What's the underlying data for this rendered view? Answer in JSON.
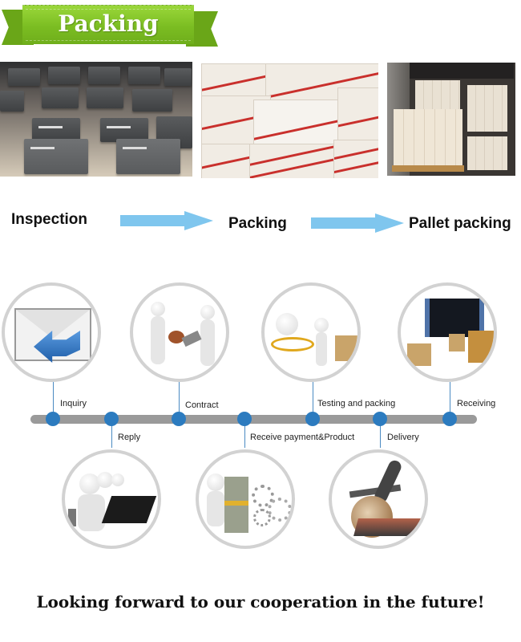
{
  "banner": {
    "title": "Packing",
    "color": "#7bbd22"
  },
  "photos": [
    {
      "name": "battery-inspection-photo",
      "caption_semantic": "rows of grey lead-acid batteries on warehouse floor"
    },
    {
      "name": "packed-boxes-photo",
      "caption_semantic": "stacked white cartons with red stripes"
    },
    {
      "name": "pallet-in-container-photo",
      "caption_semantic": "wrapped pallets loaded in shipping container"
    }
  ],
  "flow": {
    "steps": [
      "Inspection",
      "Packing",
      "Pallet packing"
    ],
    "arrow_color": "#7fc6ee",
    "arrow_icon": "right-arrow-icon"
  },
  "process": {
    "bar_color": "#9a9a9a",
    "dot_color": "#2c7bbf",
    "top_steps": [
      {
        "label": "Inquiry",
        "icon": "email-reply-icon"
      },
      {
        "label": "Contract",
        "icon": "contract-stamp-icon"
      },
      {
        "label": "Testing and packing",
        "icon": "inspection-handtruck-icon"
      },
      {
        "label": "Receiving",
        "icon": "container-boxes-icon"
      }
    ],
    "bottom_steps": [
      {
        "label": "Reply",
        "icon": "call-center-icon"
      },
      {
        "label": "Receive payment&Product",
        "icon": "money-gears-icon"
      },
      {
        "label": "Delivery",
        "icon": "plane-globe-ship-icon"
      }
    ]
  },
  "footer": {
    "text": "Looking forward to our cooperation in the future!"
  }
}
